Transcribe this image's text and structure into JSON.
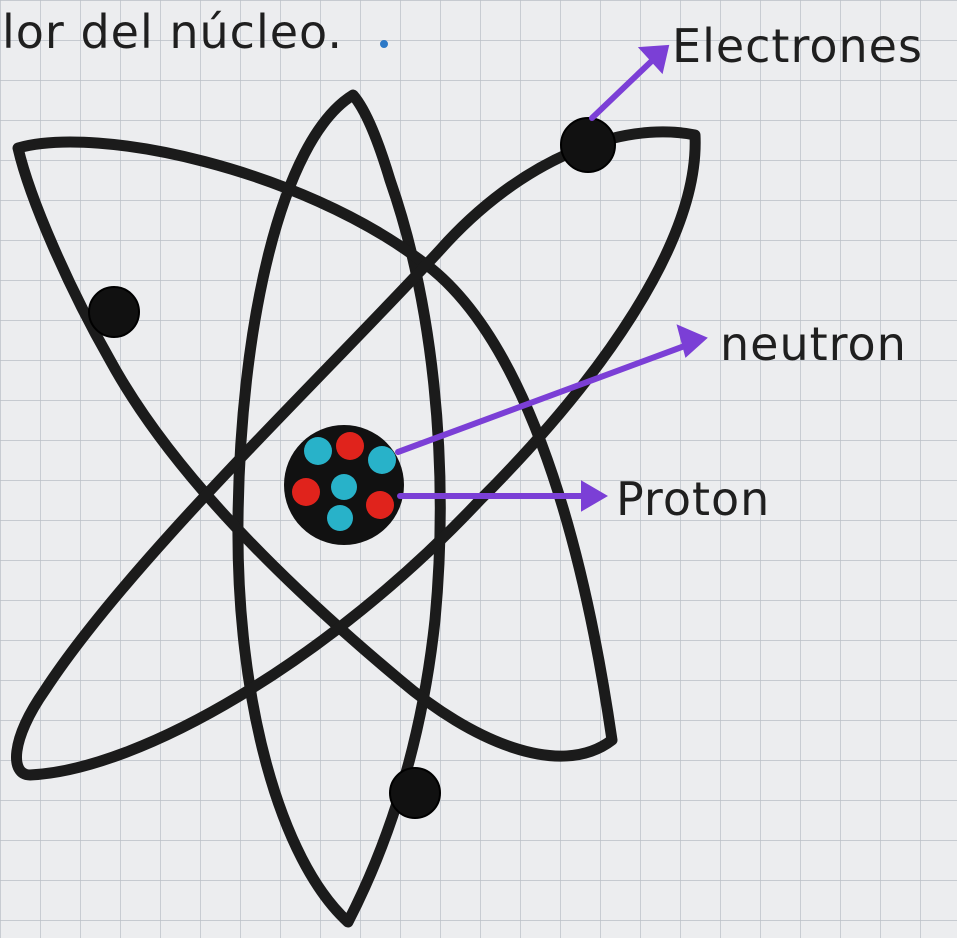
{
  "header": {
    "text": "lor del núcleo."
  },
  "labels": {
    "electrons": "Electrones",
    "neutron": "neutron",
    "proton": "Proton"
  },
  "colors": {
    "paper": "#ecedef",
    "grid": "#b9bec6",
    "ink": "#1b1b1b",
    "arrow": "#7b3fd6",
    "neutron_particle": "#28b2c9",
    "proton_particle": "#e0231c"
  },
  "icons": {
    "electron": "black-dot",
    "neutron": "blue-dot",
    "proton": "red-dot"
  },
  "nucleus": {
    "particles": [
      "neutron",
      "proton",
      "neutron",
      "proton",
      "neutron",
      "neutron",
      "proton"
    ]
  }
}
